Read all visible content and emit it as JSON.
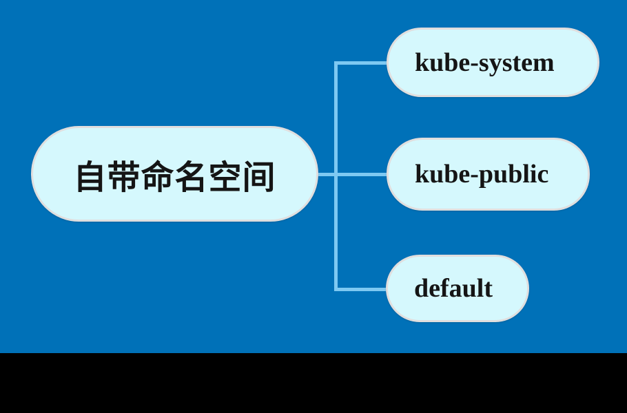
{
  "diagram": {
    "root": {
      "label": "自带命名空间"
    },
    "children": [
      {
        "label": "kube-system"
      },
      {
        "label": "kube-public"
      },
      {
        "label": "default"
      }
    ]
  },
  "colors": {
    "background": "#0071b8",
    "node_fill": "#d5f8fd",
    "node_border": "#e0dede",
    "connector": "#7ec9f2",
    "text": "#151515",
    "bottom_bar": "#000000"
  }
}
